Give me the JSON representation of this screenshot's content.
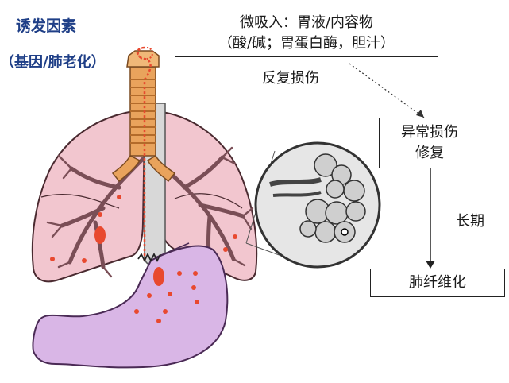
{
  "factors": {
    "title": "诱发因素",
    "subtitle": "（基因/肺老化）"
  },
  "microaspiration": {
    "line1": "微吸入：胃液/内容物",
    "line2": "（酸/碱；胃蛋白酶，胆汁）"
  },
  "repeated_injury": "反复损伤",
  "abnormal_repair": {
    "line1": "异常损伤",
    "line2": "修复"
  },
  "long_term": "长期",
  "fibrosis": "肺纤维化",
  "colors": {
    "title_text": "#1f3f87",
    "lung_fill": "#f2c6cf",
    "stomach_fill": "#d9b6e6",
    "droplet": "#e8492f"
  }
}
